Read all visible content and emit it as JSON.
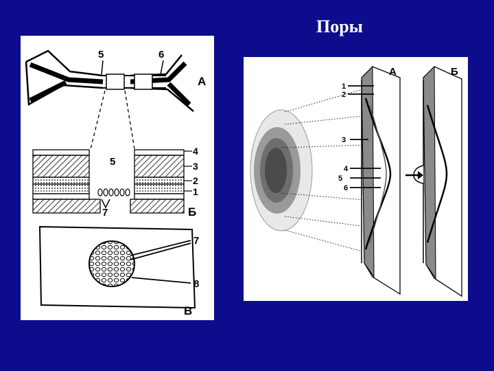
{
  "title": "Поры",
  "left_figure": {
    "section_a": "А",
    "section_b": "Б",
    "section_c": "В",
    "top_labels": {
      "n5": "5",
      "n6": "6"
    },
    "layer_labels": [
      "4",
      "3",
      "2",
      "1"
    ],
    "pore_label": "5",
    "channel_label": "7",
    "bottom_labels": {
      "n7": "7",
      "n8": "8"
    }
  },
  "right_figure": {
    "section_a": "А",
    "section_b": "Б",
    "labels": [
      "1",
      "2",
      "3",
      "4",
      "5",
      "6"
    ]
  }
}
